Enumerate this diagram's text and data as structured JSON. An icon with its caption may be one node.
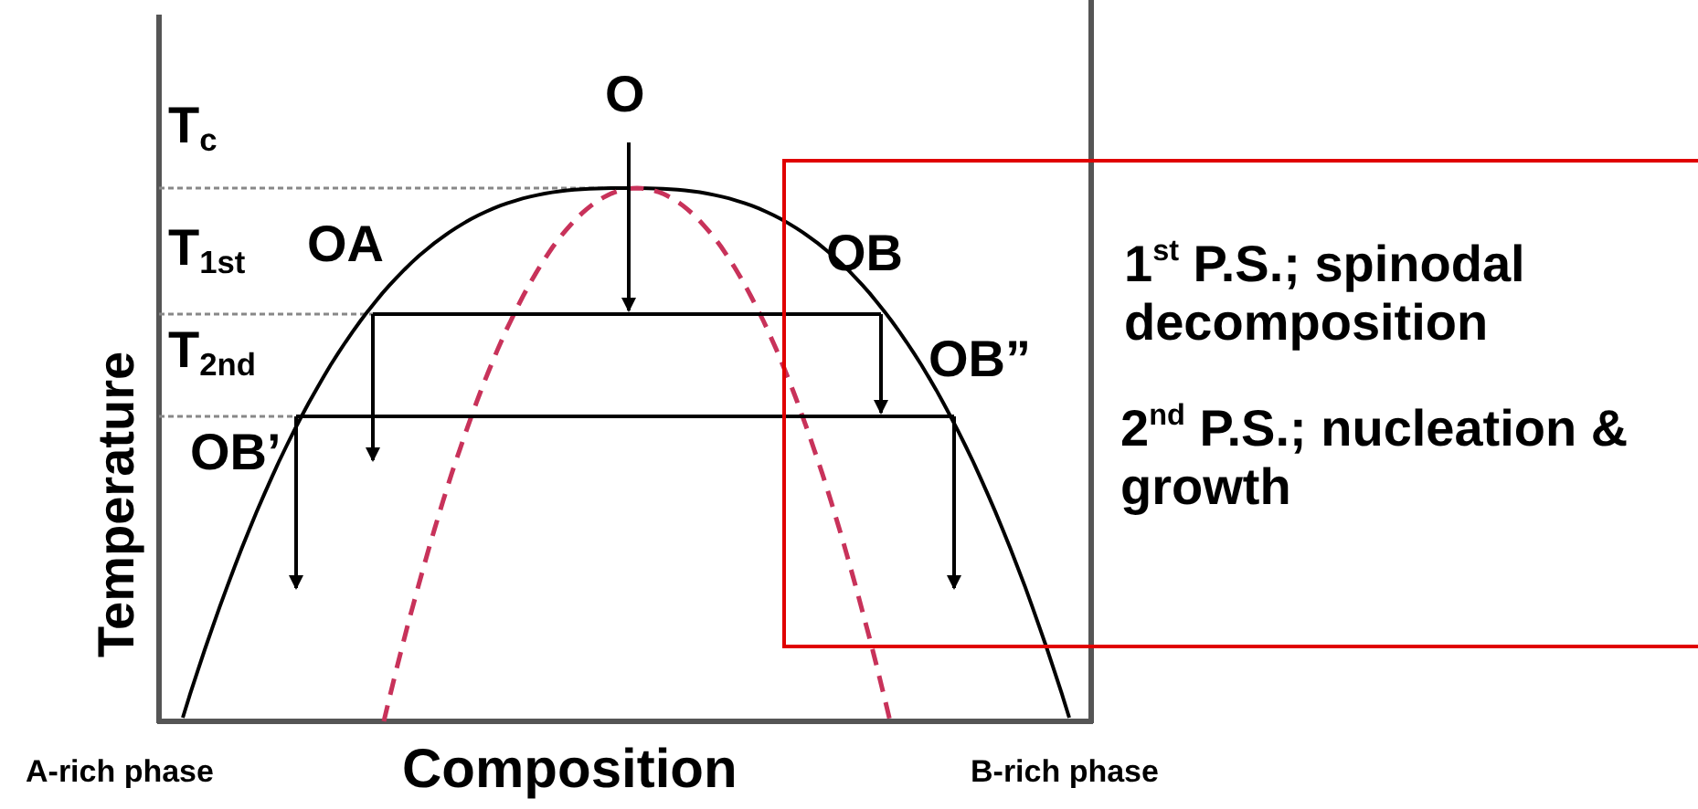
{
  "diagram": {
    "nodes": [
      {
        "text": [
          "1$^{st}$ P.S.; spinodal decomposition",
          "2$^{nd}$ P.S.; nucleation & growth"
        ]
      }
    ],
    "edges": [],
    "labels": [
      "O",
      "T$_{c}$",
      "T$_{1st}$",
      "OA",
      "OB",
      "T$_{2nd}$",
      "OB”",
      "OB’",
      "Temperature",
      "A-rich phase",
      "Composition",
      "B-rich phase"
    ]
  }
}
